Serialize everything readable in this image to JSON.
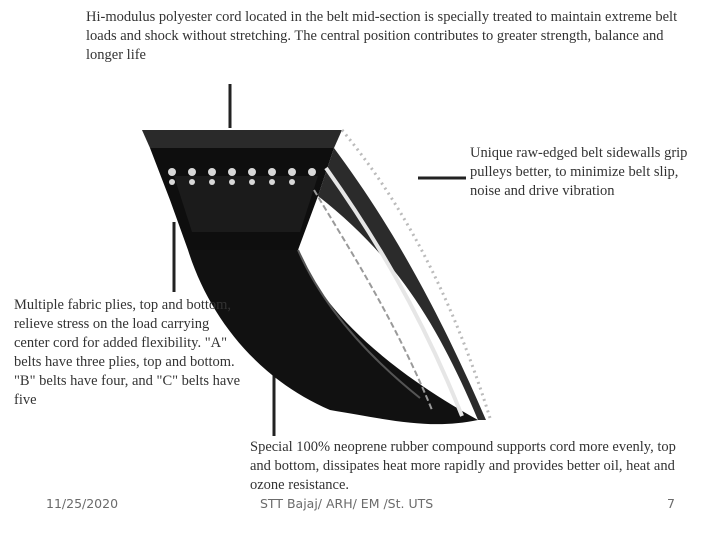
{
  "callouts": {
    "top": "Hi-modulus polyester cord located in the belt mid-section is specially treated to maintain extreme belt loads and shock without stretching. The central position contributes to greater strength, balance and longer life",
    "right": "Unique raw-edged belt sidewalls grip pulleys better, to minimize belt slip, noise and drive vibration",
    "left": "Multiple fabric plies, top and bottom, relieve stress on the load carrying center cord for added flexibility. \"A\" belts have three plies, top and bottom. \"B\" belts have four, and \"C\" belts have five",
    "bottom": "Special 100% neoprene rubber compound supports cord more evenly, top and bottom, dissipates heat more rapidly and provides better oil, heat and ozone resistance."
  },
  "footer": {
    "date": "11/25/2020",
    "center": "STT Bajaj/ ARH/ EM /St. UTS",
    "page": "7"
  }
}
